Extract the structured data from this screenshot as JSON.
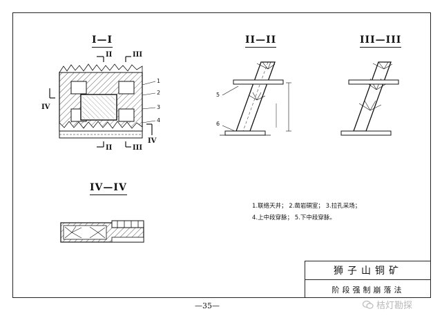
{
  "sections": {
    "s1": "I—I",
    "s2": "II—II",
    "s3": "III—III",
    "s4": "IV—IV"
  },
  "cut_marks": {
    "ii": "II",
    "iii": "III",
    "iv": "IV"
  },
  "callouts": [
    "1",
    "2",
    "3",
    "4",
    "5",
    "6"
  ],
  "notes": {
    "line1": "1.联络天井； 2.凿岩硐室； 3.拉孔采场；",
    "line2": "4.上中段穿脉； 5.下中段穿脉。"
  },
  "title_block": {
    "title": "狮子山铜矿",
    "subtitle": "阶段强制崩落法"
  },
  "page_number": "—35—",
  "watermark": "桔灯勘探"
}
